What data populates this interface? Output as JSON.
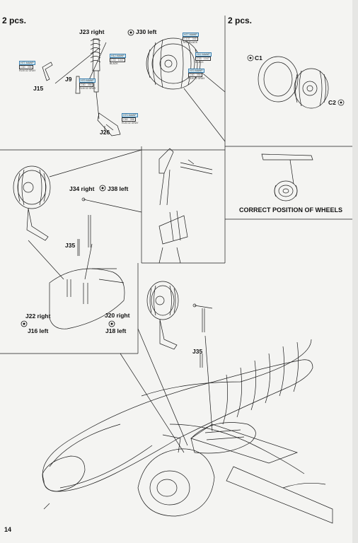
{
  "page": {
    "number": "14"
  },
  "panels": {
    "top_left": {
      "header": "2 pcs.",
      "labels": {
        "j23_j30": "J23 right",
        "j30_left": "J30 left",
        "j9": "J9",
        "j15": "J15",
        "j26": "J26"
      },
      "color_tags": [
        {
          "code": "H77 MAWP",
          "code2": "C60 · 056",
          "name": "RLM 02 GRAY"
        },
        {
          "code": "H12 MAWP",
          "code2": "C33 · 1047",
          "name": "BLACK"
        },
        {
          "code": "H70 MAWP",
          "code2": "C60 · 056",
          "name": "RLM 02 GRAY"
        },
        {
          "code": "H70 MAWP",
          "code2": "C60 · 056",
          "name": "RLM 02 GRAY"
        },
        {
          "code": "H77 MAWP",
          "code2": "C137 · 040",
          "name": "TIRE BLACK"
        },
        {
          "code": "H12 MAWP",
          "code2": "C33 · 1047",
          "name": "BLACK"
        },
        {
          "code": "H70 MAWP",
          "code2": "C60 · 056",
          "name": "RLM 02 GRAY"
        }
      ]
    },
    "top_right": {
      "header": "2 pcs.",
      "labels": {
        "c1": "C1",
        "c2": "C2"
      }
    },
    "middle_left": {
      "labels": {
        "j34_j38": "J34 right",
        "j38_left": "J38 left",
        "j35": "J35",
        "j22": "J22 right",
        "j16": "J16 left",
        "j20": "J20 right",
        "j18": "J18 left"
      }
    },
    "middle_right": {
      "caption": "CORRECT POSITION OF WHEELS"
    },
    "bottom": {
      "labels": {
        "j35": "J35"
      }
    }
  }
}
